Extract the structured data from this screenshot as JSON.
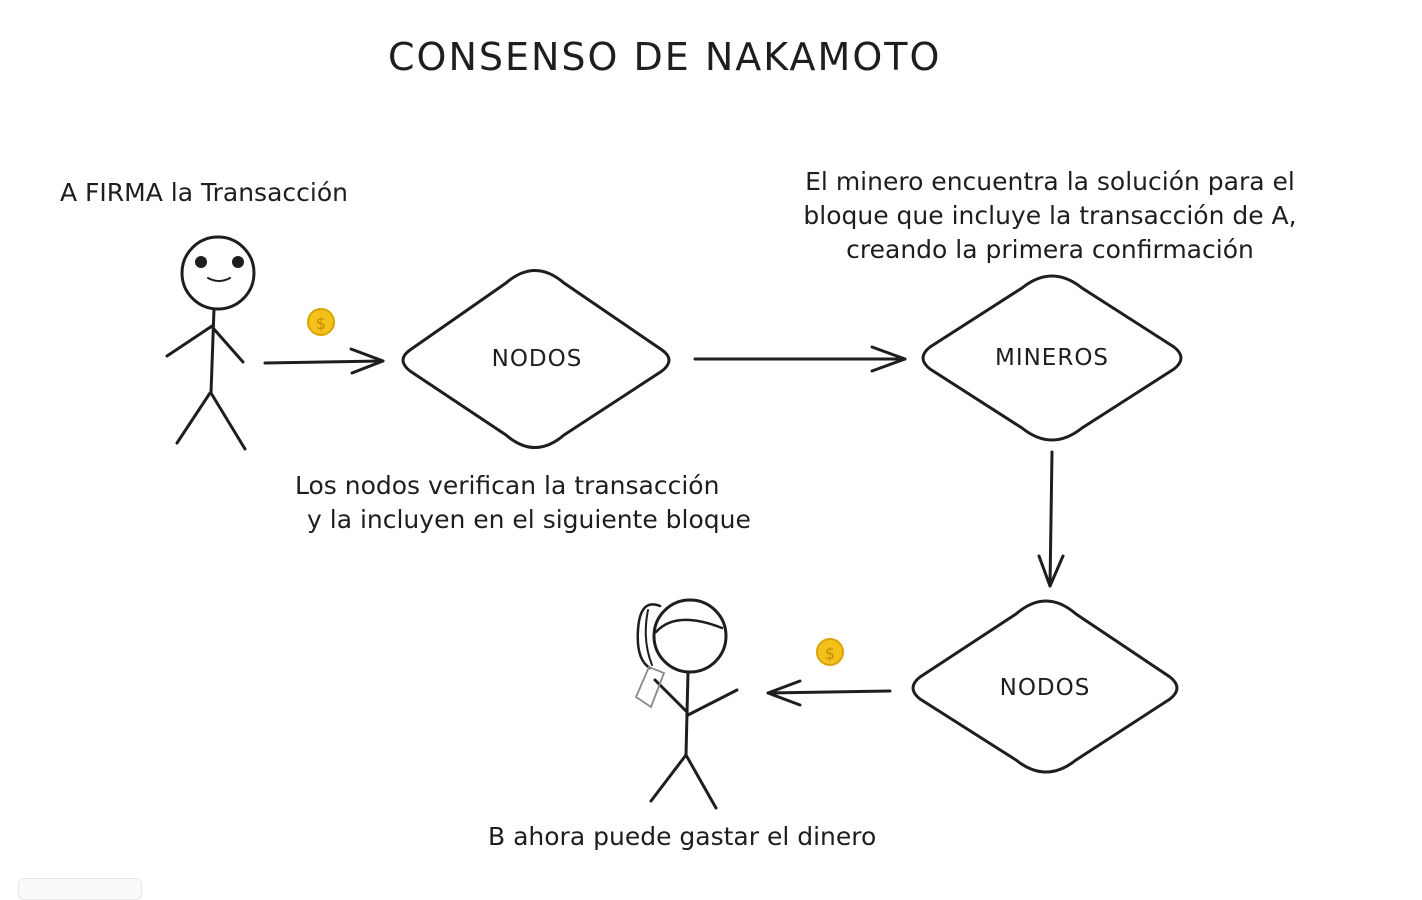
{
  "diagram": {
    "title": "CONSENSO DE NAKAMOTO",
    "nodes": {
      "nodos_1": "NODOS",
      "mineros": "MINEROS",
      "nodos_2": "NODOS"
    },
    "notes": {
      "sender": "A FIRMA la Transacción",
      "verify_line1": "Los nodos verifican la transacción",
      "verify_line2": "y la incluyen en el siguiente bloque",
      "miner_line1": "El minero encuentra la solución para el",
      "miner_line2": "bloque que incluye la transacción de A,",
      "miner_line3": "creando la primera confirmación",
      "receiver": "B ahora puede gastar el dinero"
    },
    "coin_symbol": "$"
  },
  "colors": {
    "stroke": "#1e1e1e",
    "coin_fill": "#f2c21b",
    "coin_edge": "#d9a400",
    "background": "#ffffff"
  }
}
